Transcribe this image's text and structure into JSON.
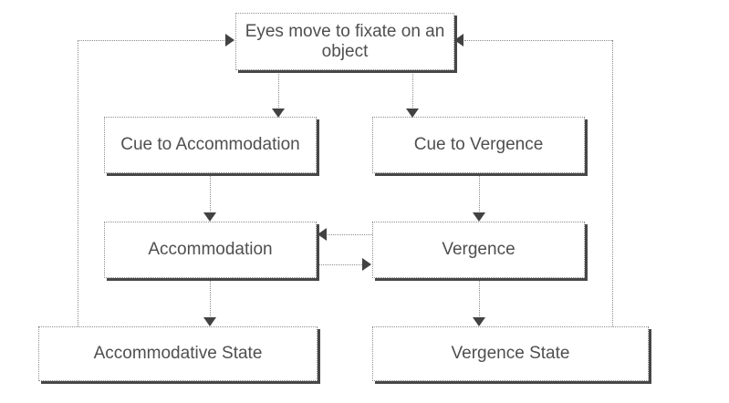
{
  "diagram": {
    "type": "flowchart",
    "nodes": {
      "eyes": {
        "label": "Eyes move to fixate on an object"
      },
      "cue_accommodation": {
        "label": "Cue to Accommodation"
      },
      "cue_vergence": {
        "label": "Cue to Vergence"
      },
      "accommodation": {
        "label": "Accommodation"
      },
      "vergence": {
        "label": "Vergence"
      },
      "accommodative_state": {
        "label": "Accommodative State"
      },
      "vergence_state": {
        "label": "Vergence State"
      }
    },
    "edges": [
      {
        "from": "eyes",
        "to": "cue_accommodation",
        "style": "dotted-arrow"
      },
      {
        "from": "eyes",
        "to": "cue_vergence",
        "style": "dotted-arrow"
      },
      {
        "from": "cue_accommodation",
        "to": "accommodation",
        "style": "dotted-arrow"
      },
      {
        "from": "cue_vergence",
        "to": "vergence",
        "style": "dotted-arrow"
      },
      {
        "from": "vergence",
        "to": "accommodation",
        "style": "dotted-arrow"
      },
      {
        "from": "accommodation",
        "to": "vergence",
        "style": "dotted-arrow"
      },
      {
        "from": "accommodation",
        "to": "accommodative_state",
        "style": "dotted-arrow"
      },
      {
        "from": "vergence",
        "to": "vergence_state",
        "style": "dotted-arrow"
      },
      {
        "from": "accommodative_state",
        "to": "eyes",
        "style": "dotted-arrow-feedback-left"
      },
      {
        "from": "vergence_state",
        "to": "eyes",
        "style": "dotted-arrow-feedback-right"
      }
    ],
    "colors": {
      "background": "#ffffff",
      "box_fill": "#ffffff",
      "box_border": "#8e8e8e",
      "box_shadow": "#474747",
      "connector": "#8a8a8a",
      "arrowhead": "#424242",
      "text": "#4f4f4f"
    }
  }
}
